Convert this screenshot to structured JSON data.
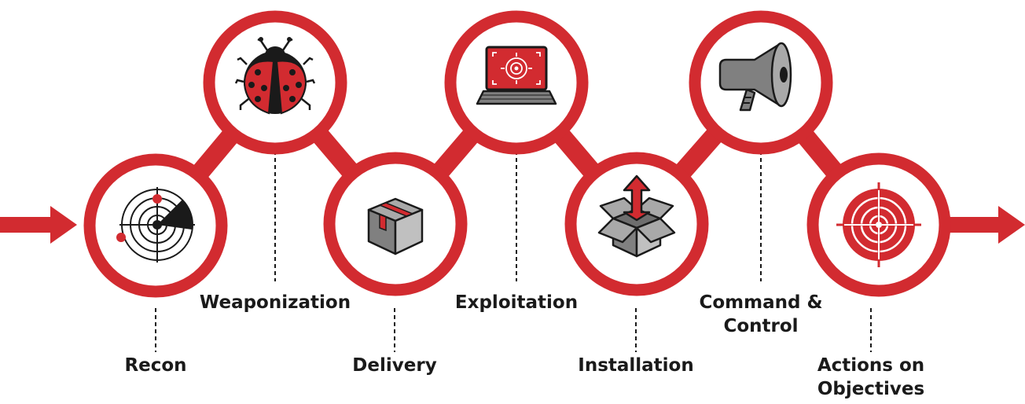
{
  "colors": {
    "accent": "#d22b30",
    "dark": "#1a1a1a",
    "gray": "#808080",
    "light_gray": "#a9a9a9",
    "background": "#ffffff"
  },
  "stages": [
    {
      "id": "recon",
      "label": "Recon",
      "icon": "radar-icon"
    },
    {
      "id": "weaponization",
      "label": "Weaponization",
      "icon": "ladybug-icon"
    },
    {
      "id": "delivery",
      "label": "Delivery",
      "icon": "package-icon"
    },
    {
      "id": "exploitation",
      "label": "Exploitation",
      "icon": "laptop-target-icon"
    },
    {
      "id": "installation",
      "label": "Installation",
      "icon": "open-box-upload-icon"
    },
    {
      "id": "command_control",
      "label_line1": "Command &",
      "label_line2": "Control",
      "icon": "megaphone-icon"
    },
    {
      "id": "actions",
      "label_line1": "Actions on",
      "label_line2": "Objectives",
      "icon": "target-icon"
    }
  ]
}
